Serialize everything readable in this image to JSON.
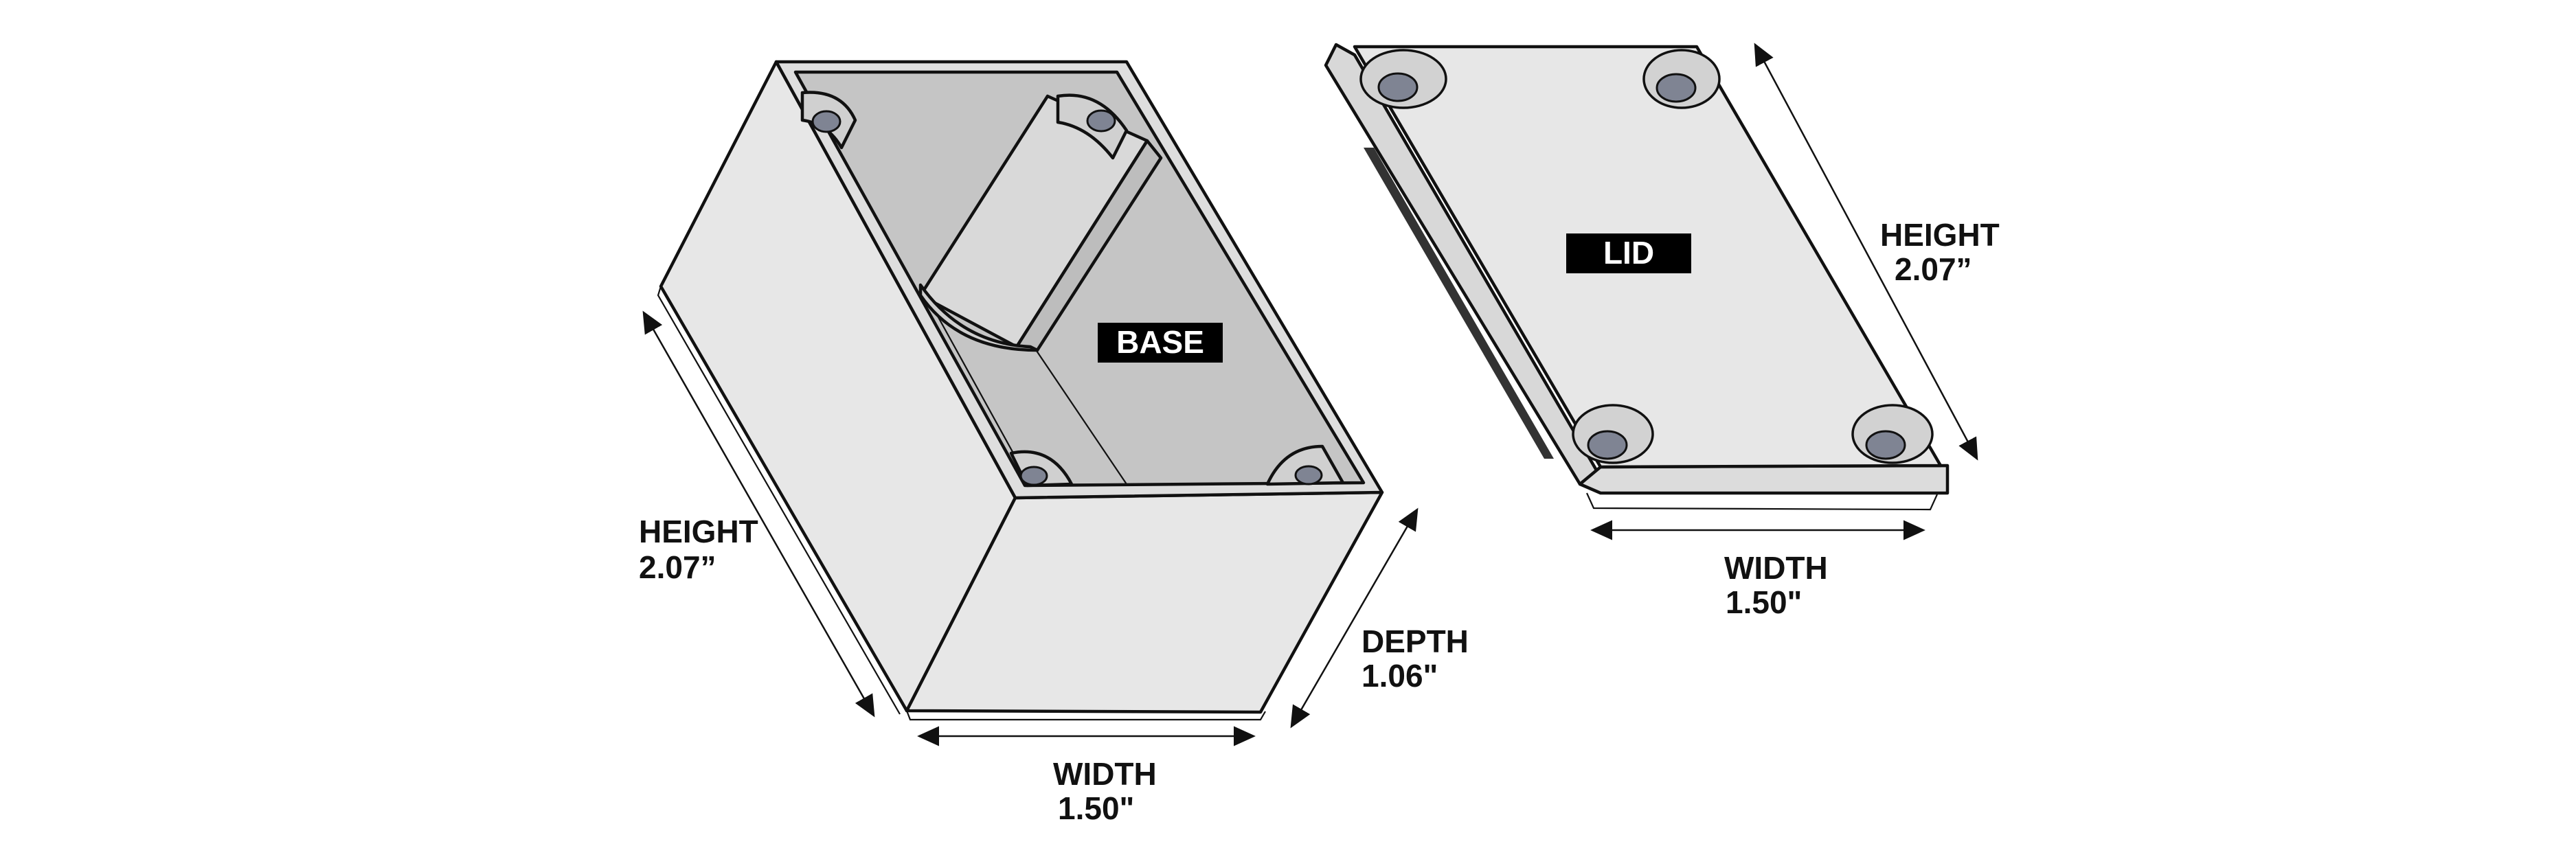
{
  "base": {
    "tag": "BASE",
    "height": {
      "label": "HEIGHT",
      "value": "2.07”"
    },
    "width": {
      "label": "WIDTH",
      "value": "1.50\""
    },
    "depth": {
      "label": "DEPTH",
      "value": "1.06\""
    }
  },
  "lid": {
    "tag": "LID",
    "height": {
      "label": "HEIGHT",
      "value": "2.07”"
    },
    "width": {
      "label": "WIDTH",
      "value": "1.50\""
    }
  },
  "colors": {
    "outline": "#111111",
    "surface": "#e7e7e7",
    "interior": "#c5c5c5",
    "boss": "#9c9c9c",
    "hole": "#7f8493",
    "tag_fill": "#000000",
    "tag_text": "#ffffff"
  }
}
